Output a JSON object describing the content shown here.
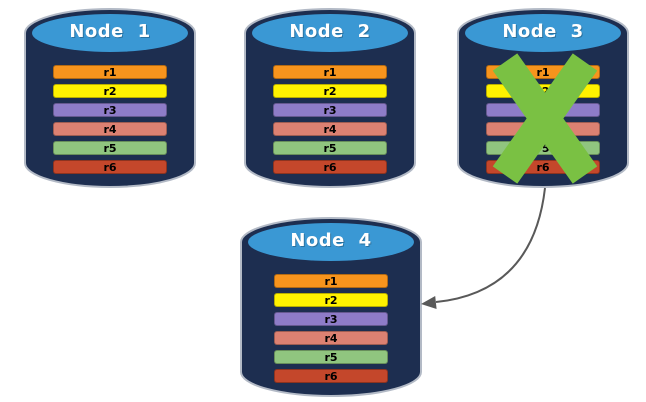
{
  "colors": {
    "background": "#FFFFFF",
    "cylinder_body": "#1D2E50",
    "cylinder_top": "#3A98D4",
    "cylinder_outline": "#B3BAC6",
    "node_title_text": "#FFFFFF",
    "row_text": "#000000",
    "failure_x": "#7AC143",
    "arrow": "#595959"
  },
  "nodes": [
    {
      "label": "Node 1",
      "failed": false,
      "rows": [
        {
          "label": "r1",
          "color": "#F7941D"
        },
        {
          "label": "r2",
          "color": "#FFF200"
        },
        {
          "label": "r3",
          "color": "#8E7CC8"
        },
        {
          "label": "r4",
          "color": "#DC8172"
        },
        {
          "label": "r5",
          "color": "#90C57F"
        },
        {
          "label": "r6",
          "color": "#C4472B"
        }
      ]
    },
    {
      "label": "Node 2",
      "failed": false,
      "rows": [
        {
          "label": "r1",
          "color": "#F7941D"
        },
        {
          "label": "r2",
          "color": "#FFF200"
        },
        {
          "label": "r3",
          "color": "#8E7CC8"
        },
        {
          "label": "r4",
          "color": "#DC8172"
        },
        {
          "label": "r5",
          "color": "#90C57F"
        },
        {
          "label": "r6",
          "color": "#C4472B"
        }
      ]
    },
    {
      "label": "Node 3",
      "failed": true,
      "rows": [
        {
          "label": "r1",
          "color": "#F7941D"
        },
        {
          "label": "r2",
          "color": "#FFF200"
        },
        {
          "label": "r3",
          "color": "#8E7CC8"
        },
        {
          "label": "r4",
          "color": "#DC8172"
        },
        {
          "label": "r5",
          "color": "#90C57F"
        },
        {
          "label": "r6",
          "color": "#C4472B"
        }
      ]
    },
    {
      "label": "Node 4",
      "failed": false,
      "rows": [
        {
          "label": "r1",
          "color": "#F7941D"
        },
        {
          "label": "r2",
          "color": "#FFF200"
        },
        {
          "label": "r3",
          "color": "#8E7CC8"
        },
        {
          "label": "r4",
          "color": "#DC8172"
        },
        {
          "label": "r5",
          "color": "#90C57F"
        },
        {
          "label": "r6",
          "color": "#C4472B"
        }
      ]
    }
  ],
  "arrow": {
    "from": "Node 3",
    "to": "Node 4"
  }
}
